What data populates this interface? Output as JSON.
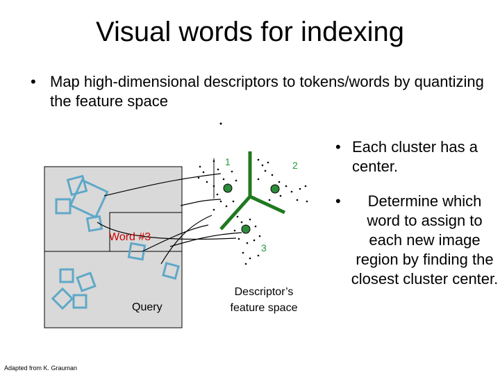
{
  "title": "Visual words for indexing",
  "bullets": {
    "main": "Map high-dimensional descriptors to tokens/words by quantizing the feature space",
    "right": [
      "Each cluster has a center.",
      "Determine which word to assign to each new image region by finding the closest cluster center."
    ],
    "marker": "•"
  },
  "diagram": {
    "cluster_labels": [
      "1",
      "2",
      "3"
    ],
    "word_label": "Word #3",
    "query_label": "Query",
    "feature_space_label": [
      "Descriptor’s",
      "feature space"
    ]
  },
  "colors": {
    "cluster_boundary": "#1f7a1f",
    "cluster_center": "#2e8b3a",
    "cluster_label": "#1f9a3a",
    "word_label": "#cc0000",
    "patch_outline": "#5fa8c8",
    "image_panel": "#d9d9d9"
  },
  "credit": "Adapted from K. Grauman"
}
